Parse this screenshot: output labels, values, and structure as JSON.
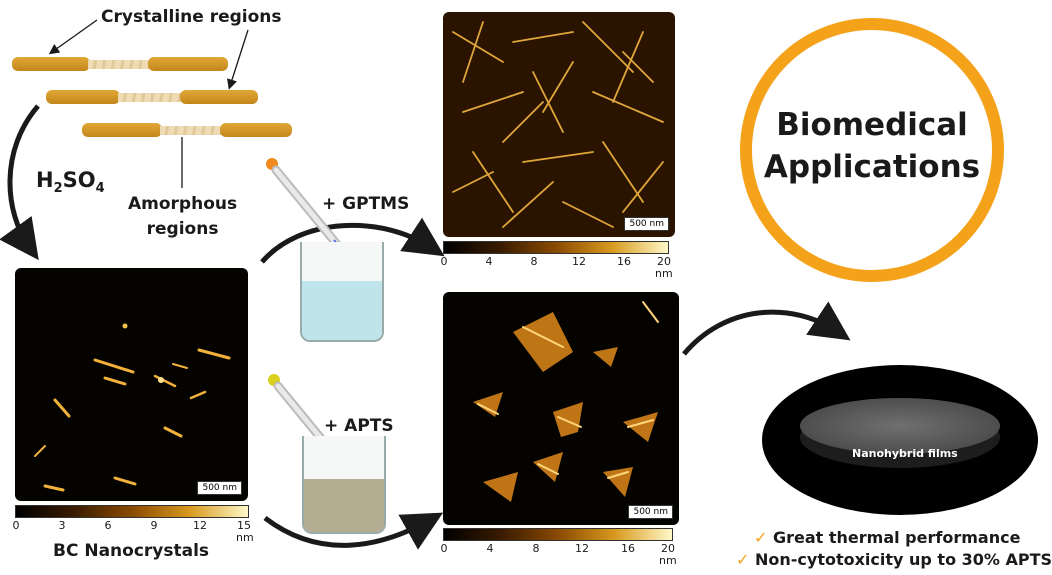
{
  "labels": {
    "crystalline": "Crystalline regions",
    "amorphous_line1": "Amorphous",
    "amorphous_line2": "regions",
    "acid_h": "H",
    "acid_sub": "2",
    "acid_rest": "SO",
    "acid_sub2": "4",
    "gptms": "+ GPTMS",
    "apts": "+ APTS",
    "bc_nanocrystals": "BC Nanocrystals",
    "biomedical_line1": "Biomedical",
    "biomedical_line2": "Applications",
    "film": "Nanohybrid films"
  },
  "afm_bc": {
    "scale": "500 nm",
    "ticks": [
      "0",
      "3",
      "6",
      "9",
      "12",
      "15"
    ],
    "unit": "nm"
  },
  "afm_gptms": {
    "scale": "500 nm",
    "ticks": [
      "0",
      "4",
      "8",
      "12",
      "16",
      "20"
    ],
    "unit": "nm"
  },
  "afm_apts": {
    "scale": "500 nm",
    "ticks": [
      "0",
      "4",
      "8",
      "12",
      "16",
      "20"
    ],
    "unit": "nm"
  },
  "benefits": [
    "Great thermal performance",
    "Non-cytotoxicity up to 30% APTS"
  ],
  "colors": {
    "fiber": "#d39a2b",
    "ring": "#f5a21b",
    "liquid_gptms": "#bfe4ea",
    "liquid_apts": "#b4ad92"
  }
}
